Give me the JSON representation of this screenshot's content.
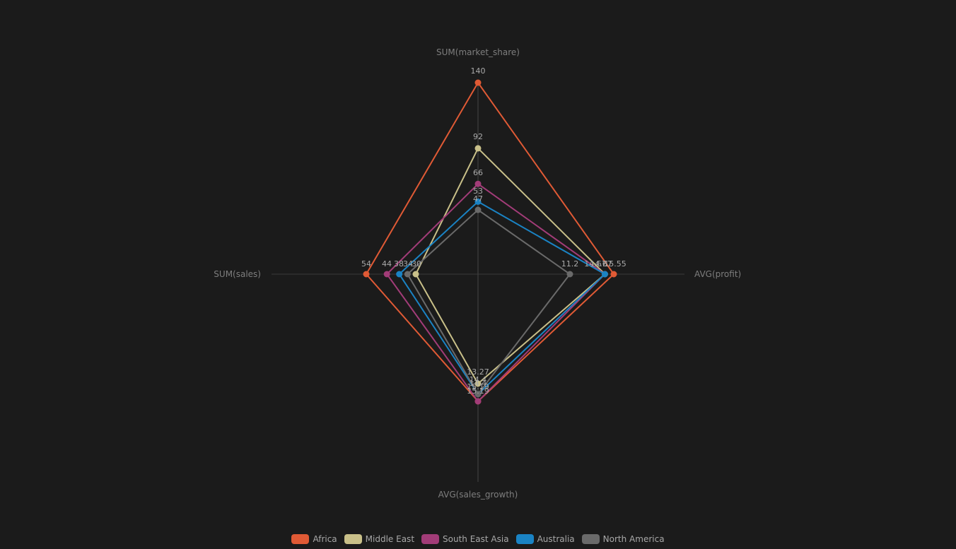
{
  "chart_data": {
    "type": "radar",
    "indicators": [
      {
        "name": "SUM(market_share)",
        "max": 140
      },
      {
        "name": "AVG(profit)",
        "max": 15.55
      },
      {
        "name": "AVG(sales_growth)",
        "max": 15.19
      },
      {
        "name": "SUM(sales)",
        "max": 54
      }
    ],
    "series": [
      {
        "name": "Africa",
        "color": "#e05a35",
        "values": [
          140,
          15.55,
          15.19,
          54
        ]
      },
      {
        "name": "Middle East",
        "color": "#c9c089",
        "values": [
          92,
          14.67,
          13.27,
          30
        ]
      },
      {
        "name": "South East Asia",
        "color": "#a23c78",
        "values": [
          66,
          14.67,
          15.19,
          44
        ]
      },
      {
        "name": "Australia",
        "color": "#1a83c4",
        "values": [
          53,
          14.67,
          14.4,
          38
        ]
      },
      {
        "name": "North America",
        "color": "#6a6a6a",
        "values": [
          47,
          11.2,
          14.4,
          34
        ]
      }
    ],
    "value_labels": {
      "top": [
        "140",
        "92",
        "66",
        "53",
        "47"
      ],
      "right": [
        "11.2",
        "14.67",
        "14.67",
        "15.55"
      ],
      "bottom": [
        "13.27",
        "14.4",
        "14.4",
        "15.19",
        "15.19"
      ],
      "left": [
        "54",
        "44",
        "38",
        "34",
        "30"
      ]
    },
    "legend": {
      "position": "bottom-center"
    }
  }
}
